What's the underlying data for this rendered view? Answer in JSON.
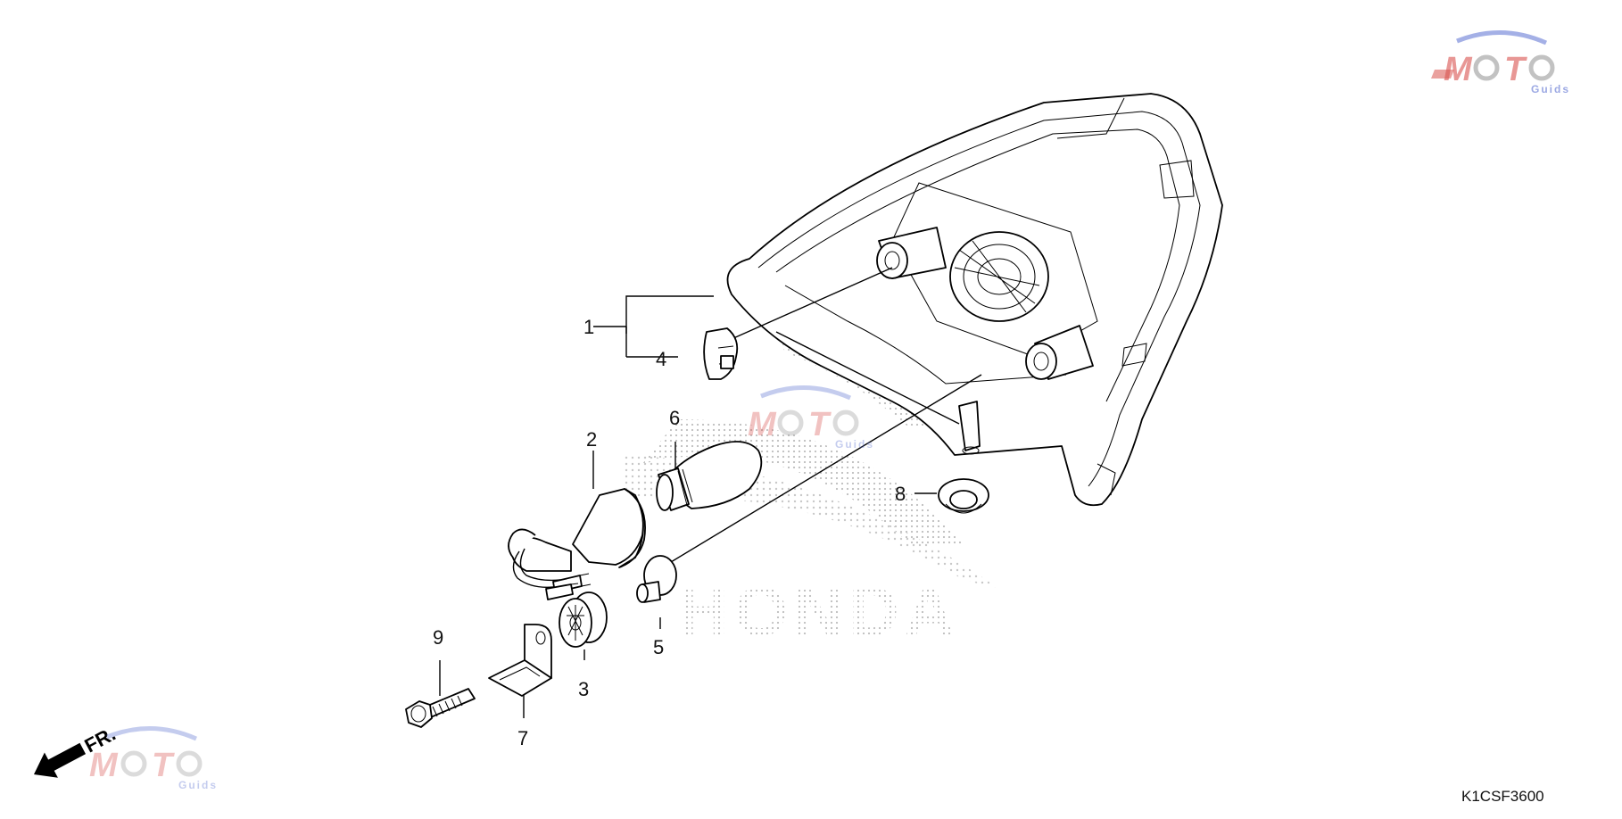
{
  "diagram": {
    "code": "K1CSF3600",
    "front_label": "FR.",
    "background_brand": "HONDA",
    "parts": [
      {
        "ref": "1"
      },
      {
        "ref": "2"
      },
      {
        "ref": "3"
      },
      {
        "ref": "4"
      },
      {
        "ref": "5"
      },
      {
        "ref": "6"
      },
      {
        "ref": "7"
      },
      {
        "ref": "8"
      },
      {
        "ref": "9"
      }
    ]
  },
  "watermark": {
    "brand_letters": [
      "M",
      "O",
      "T",
      "O"
    ],
    "sub": "Guids",
    "colors": {
      "red": "#d9534f",
      "blue": "#5a6fd1",
      "gray": "#9a9a9a"
    }
  }
}
